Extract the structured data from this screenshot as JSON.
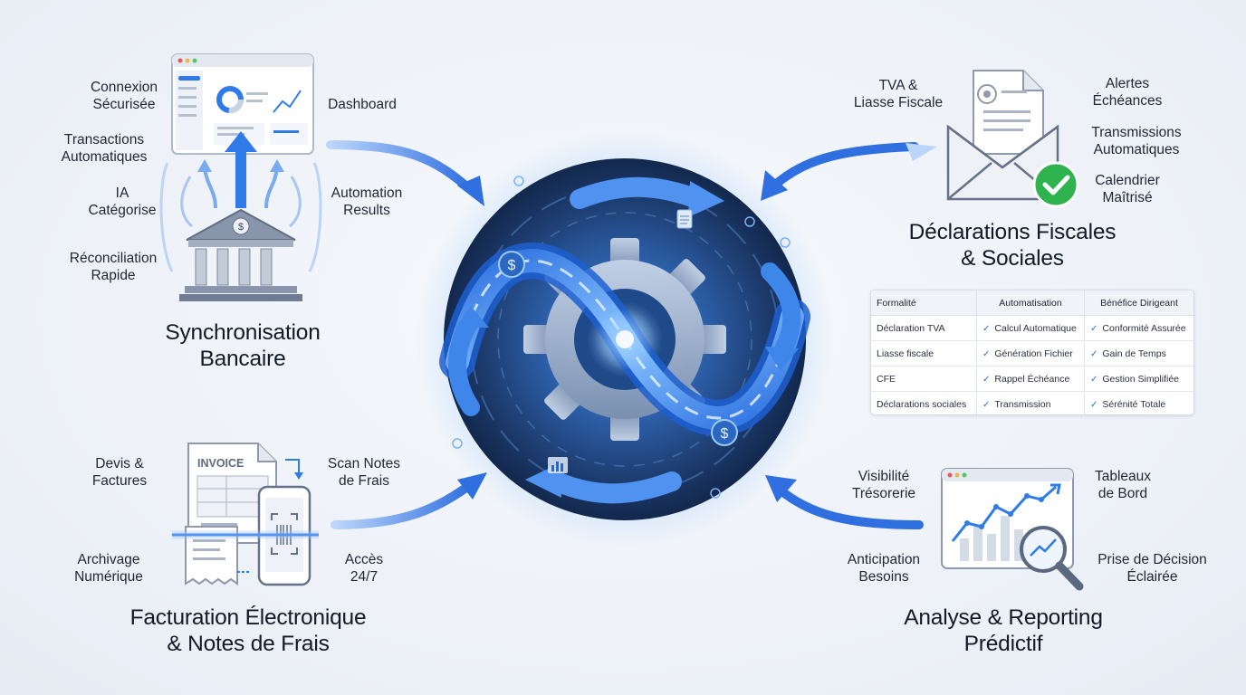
{
  "hub": {
    "icons": [
      "dollar-icon",
      "document-icon",
      "gear-icon",
      "chart-icon"
    ]
  },
  "sections": {
    "bank": {
      "title_line1": "Synchronisation",
      "title_line2": "Bancaire",
      "labels": [
        [
          "Connexion",
          "Sécurisée"
        ],
        [
          "Transactions",
          "Automatiques"
        ],
        [
          "IA",
          "Catégorise"
        ],
        [
          "Réconciliation",
          "Rapide"
        ],
        [
          "Dashboard"
        ],
        [
          "Automation",
          "Results"
        ]
      ]
    },
    "fiscal": {
      "title_line1": "Déclarations Fiscales",
      "title_line2": "& Sociales",
      "labels": [
        [
          "TVA &",
          "Liasse Fiscale"
        ],
        [
          "Alertes",
          "Échéances"
        ],
        [
          "Transmissions",
          "Automatiques"
        ],
        [
          "Calendrier",
          "Maîtrisé"
        ]
      ]
    },
    "invoice": {
      "title_line1": "Facturation Électronique",
      "title_line2": "& Notes de Frais",
      "invoice_word": "INVOICE",
      "labels": [
        [
          "Devis &",
          "Factures"
        ],
        [
          "Scan Notes",
          "de Frais"
        ],
        [
          "Archivage",
          "Numérique"
        ],
        [
          "Accès",
          "24/7"
        ]
      ]
    },
    "analysis": {
      "title_line1": "Analyse & Reporting",
      "title_line2": "Prédictif",
      "labels": [
        [
          "Visibilité",
          "Trésorerie"
        ],
        [
          "Tableaux",
          "de Bord"
        ],
        [
          "Anticipation",
          "Besoins"
        ],
        [
          "Prise de Décision",
          "Éclairée"
        ]
      ]
    }
  },
  "table": {
    "headers": [
      "Formalité",
      "Automatisation",
      "Bénéfice Dirigeant"
    ],
    "rows": [
      [
        "Déclaration TVA",
        "Calcul Automatique",
        "Conformité Assurée"
      ],
      [
        "Liasse fiscale",
        "Génération Fichier",
        "Gain de Temps"
      ],
      [
        "CFE",
        "Rappel Échéance",
        "Gestion Simplifiée"
      ],
      [
        "Déclarations sociales",
        "Transmission",
        "Sérénité Totale"
      ]
    ]
  },
  "colors": {
    "accent": "#2f7bea",
    "hub_dark": "#1a3563",
    "check_green": "#2fb34f"
  }
}
